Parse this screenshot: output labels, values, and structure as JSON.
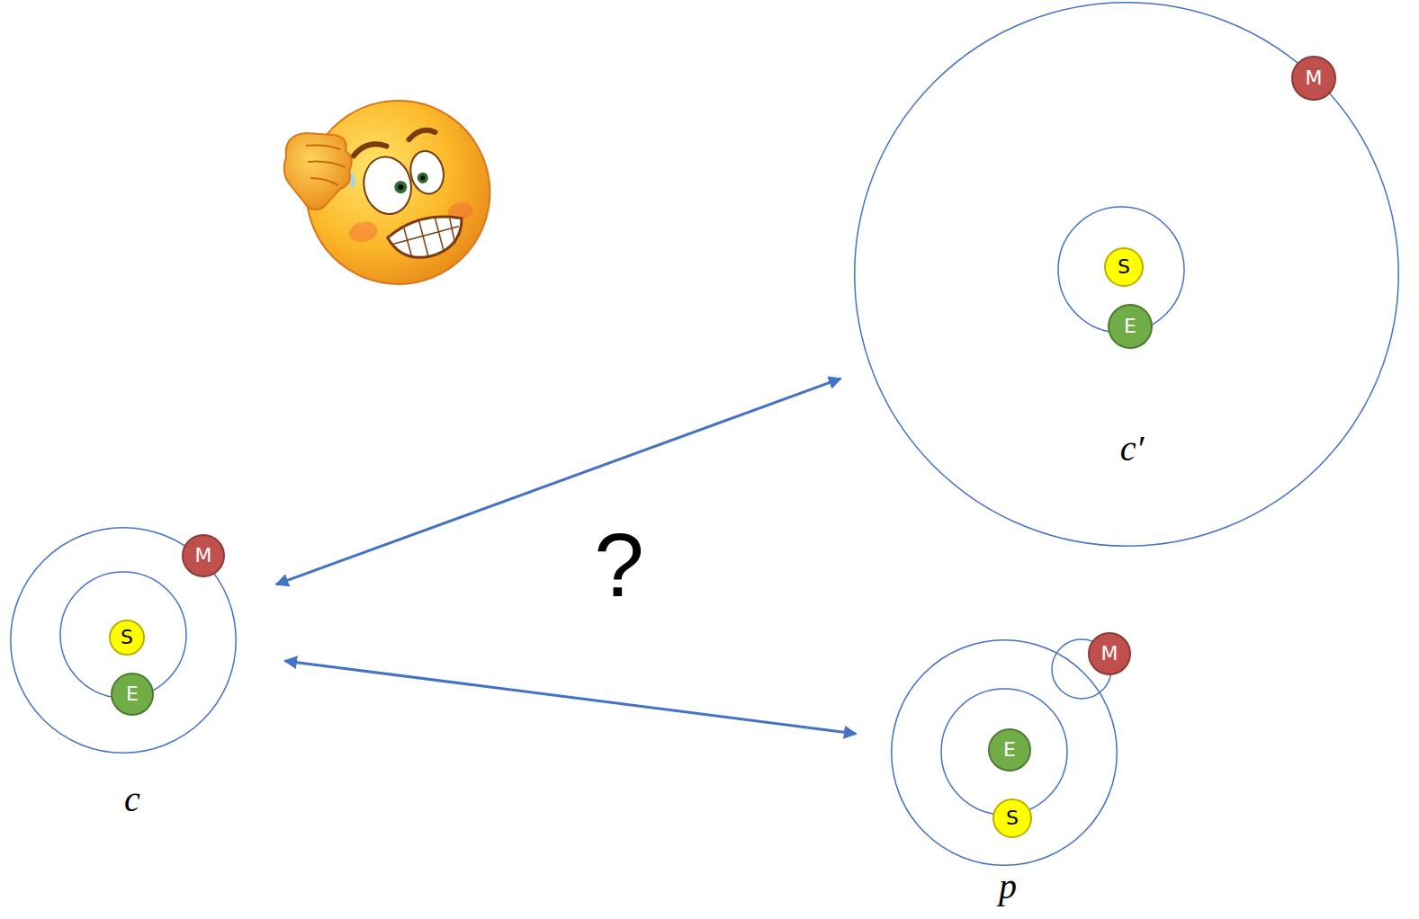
{
  "diagram": {
    "nodes": [
      {
        "text": [
          "c"
        ]
      },
      {
        "text": [
          "S"
        ],
        "in": 0
      },
      {
        "text": [
          "E"
        ],
        "in": 0
      },
      {
        "text": [
          "M"
        ],
        "in": 0
      },
      {
        "text": [
          "c′"
        ]
      },
      {
        "text": [
          "S"
        ],
        "in": 4
      },
      {
        "text": [
          "E"
        ],
        "in": 4
      },
      {
        "text": [
          "M"
        ],
        "in": 4
      },
      {
        "text": [
          "p"
        ]
      },
      {
        "text": [
          "E"
        ],
        "in": 8
      },
      {
        "text": [
          "S"
        ],
        "in": 8
      },
      {
        "text": [
          "M"
        ],
        "in": 8
      }
    ],
    "edges": [
      {
        "from": 0,
        "to": 4,
        "arrow": "both"
      },
      {
        "from": 0,
        "to": 8,
        "arrow": "both"
      }
    ],
    "labels": [
      "?"
    ]
  }
}
